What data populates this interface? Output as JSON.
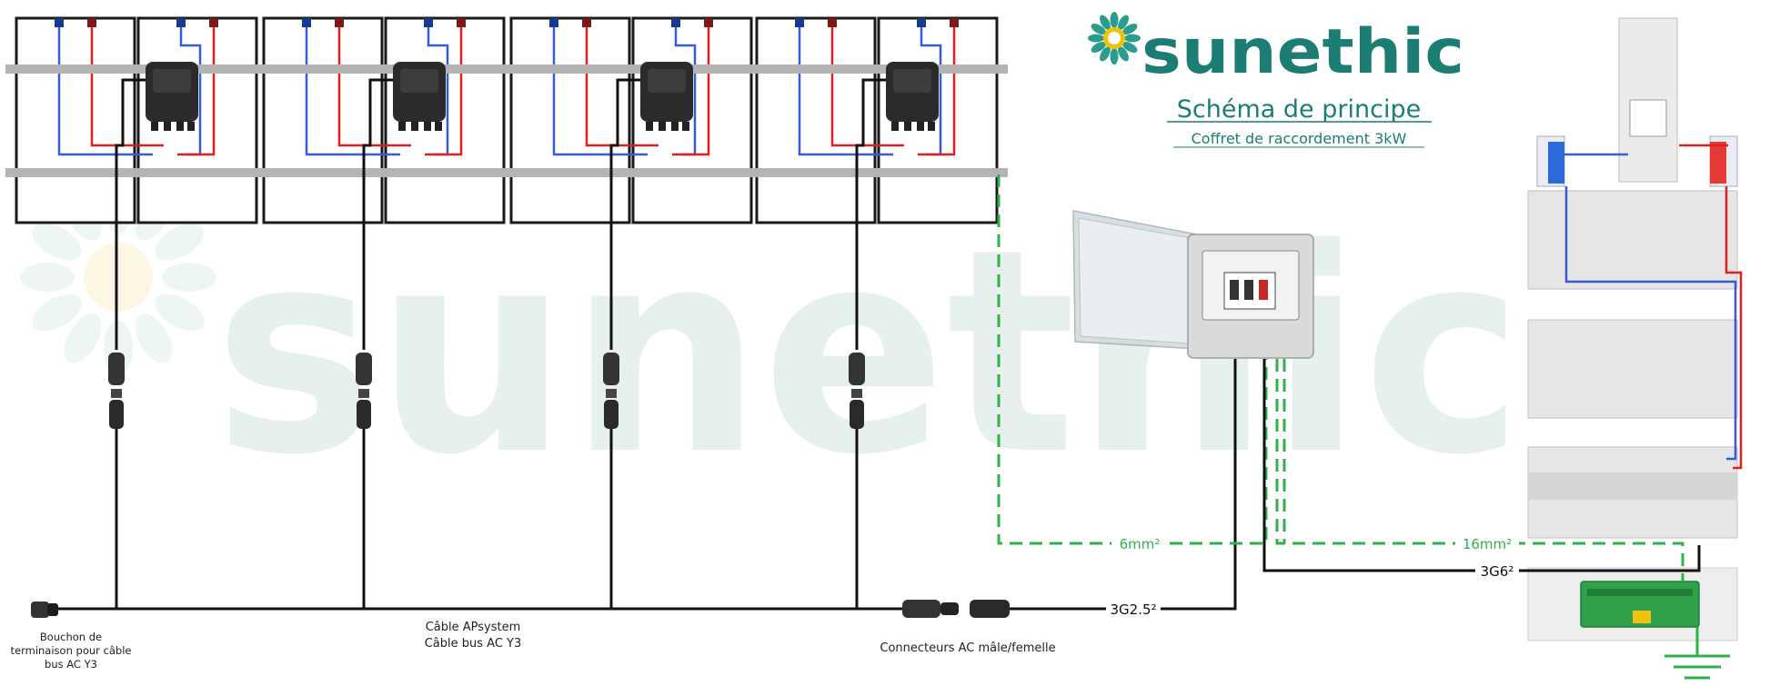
{
  "brand": {
    "name": "sunethic",
    "watermark": "sunethic",
    "color": "#1b7d74"
  },
  "heading": {
    "title": "Schéma de principe",
    "subtitle": "Coffret de raccordement 3kW",
    "color": "#1b7d74"
  },
  "labels": {
    "end_cap": [
      "Bouchon de",
      "terminaison pour câble",
      "bus AC Y3"
    ],
    "bus_cable": [
      "Câble APsystem",
      "Câble bus AC Y3"
    ],
    "ac_connectors": "Connecteurs AC mâle/femelle",
    "cable_3g25": "3G2.5²",
    "cable_3g6": "3G6²",
    "earth_6mm": "6mm²",
    "earth_16mm": "16mm²"
  },
  "colors": {
    "dc_negative": "#3a5bd9",
    "dc_positive": "#e02020",
    "earth": "#2fb24a",
    "ac_cable": "#111111",
    "rail": "#b4b4b4",
    "watermark": "#e6f1ef"
  }
}
